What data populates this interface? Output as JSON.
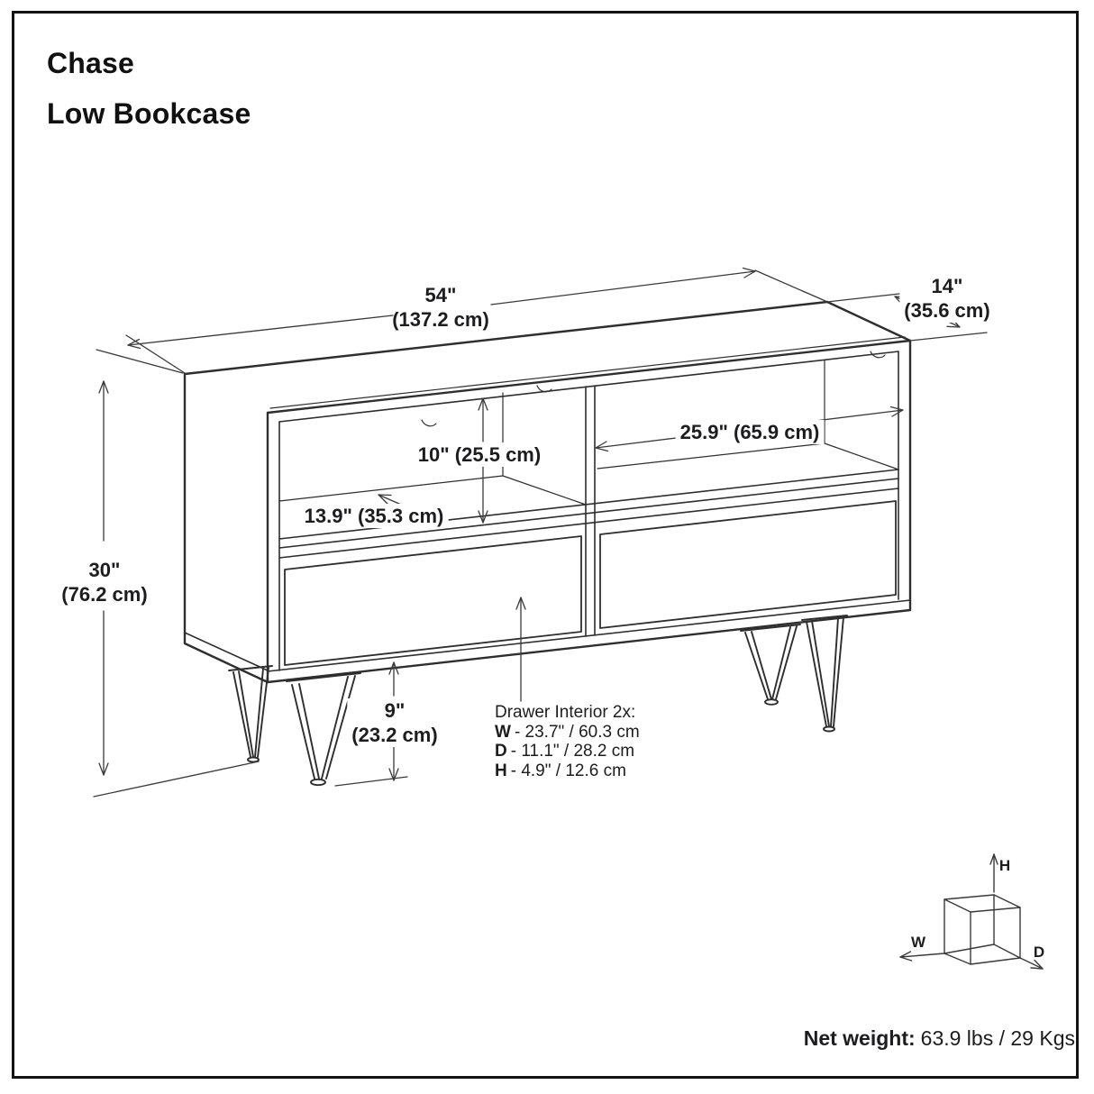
{
  "header": {
    "product_name": "Chase",
    "product_type": "Low Bookcase"
  },
  "dimension_labels": {
    "overall_width": {
      "inches": "54\"",
      "cm": "(137.2 cm)"
    },
    "overall_depth": {
      "inches": "14\"",
      "cm": "(35.6 cm)"
    },
    "overall_height": {
      "inches": "30\"",
      "cm": "(76.2 cm)"
    },
    "cubby_height": "10\" (25.5 cm)",
    "cubby_width": "25.9\" (65.9 cm)",
    "cubby_depth": "13.9\" (35.3 cm)",
    "leg_height": {
      "inches": "9\"",
      "cm": "(23.2 cm)"
    }
  },
  "drawer_interior": {
    "heading": "Drawer Interior 2x:",
    "rows": [
      {
        "label": "W",
        "value": "- 23.7\" / 60.3 cm"
      },
      {
        "label": "D",
        "value": "- 11.1\" / 28.2 cm"
      },
      {
        "label": "H",
        "value": "- 4.9\" / 12.6 cm"
      }
    ]
  },
  "net_weight": {
    "label": "Net weight:",
    "value": "63.9 lbs / 29 Kgs"
  },
  "orientation_cube": {
    "height_label": "H",
    "width_label": "W",
    "depth_label": "D"
  },
  "colors": {
    "background": "#ffffff",
    "border": "#131313",
    "cabinet_line": "#2e2e2e",
    "dimension_line": "#3a3a3a",
    "text": "#1d1d1f"
  }
}
